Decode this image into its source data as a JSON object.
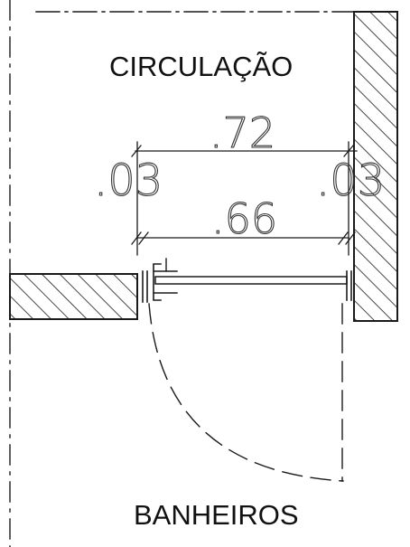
{
  "rooms": {
    "top": "CIRCULAÇÃO",
    "bottom": "BANHEIROS"
  },
  "dimensions": {
    "overall": ".72",
    "left_jamb": ".03",
    "right_jamb": ".03",
    "door_leaf": ".66"
  },
  "colors": {
    "line": "#1a1a1a",
    "hatch": "#1a1a1a",
    "background": "#ffffff"
  }
}
